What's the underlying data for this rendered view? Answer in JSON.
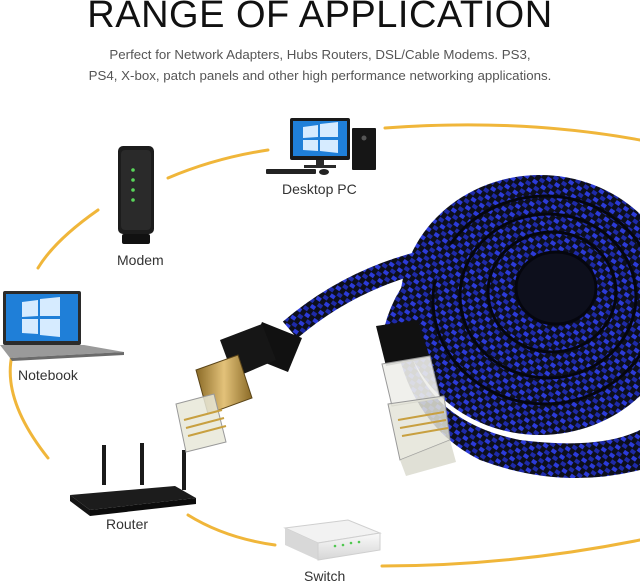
{
  "heading": {
    "title": "RANGE OF APPLICATION",
    "subtitle_line1": "Perfect for Network Adapters, Hubs Routers, DSL/Cable Modems. PS3,",
    "subtitle_line2": "PS4, X-box, patch panels and other high performance networking applications."
  },
  "devices": {
    "desktop": {
      "label": "Desktop PC",
      "icon": "desktop-pc-icon"
    },
    "modem": {
      "label": "Modem",
      "icon": "modem-icon"
    },
    "notebook": {
      "label": "Notebook",
      "icon": "laptop-icon"
    },
    "router": {
      "label": "Router",
      "icon": "router-icon"
    },
    "switch": {
      "label": "Switch",
      "icon": "network-switch-icon"
    }
  },
  "colors": {
    "ring": "#f0b63a",
    "cable_blue": "#2c3bd8",
    "cable_black": "#0d0f1c",
    "connector_gold": "#c9a24a"
  }
}
